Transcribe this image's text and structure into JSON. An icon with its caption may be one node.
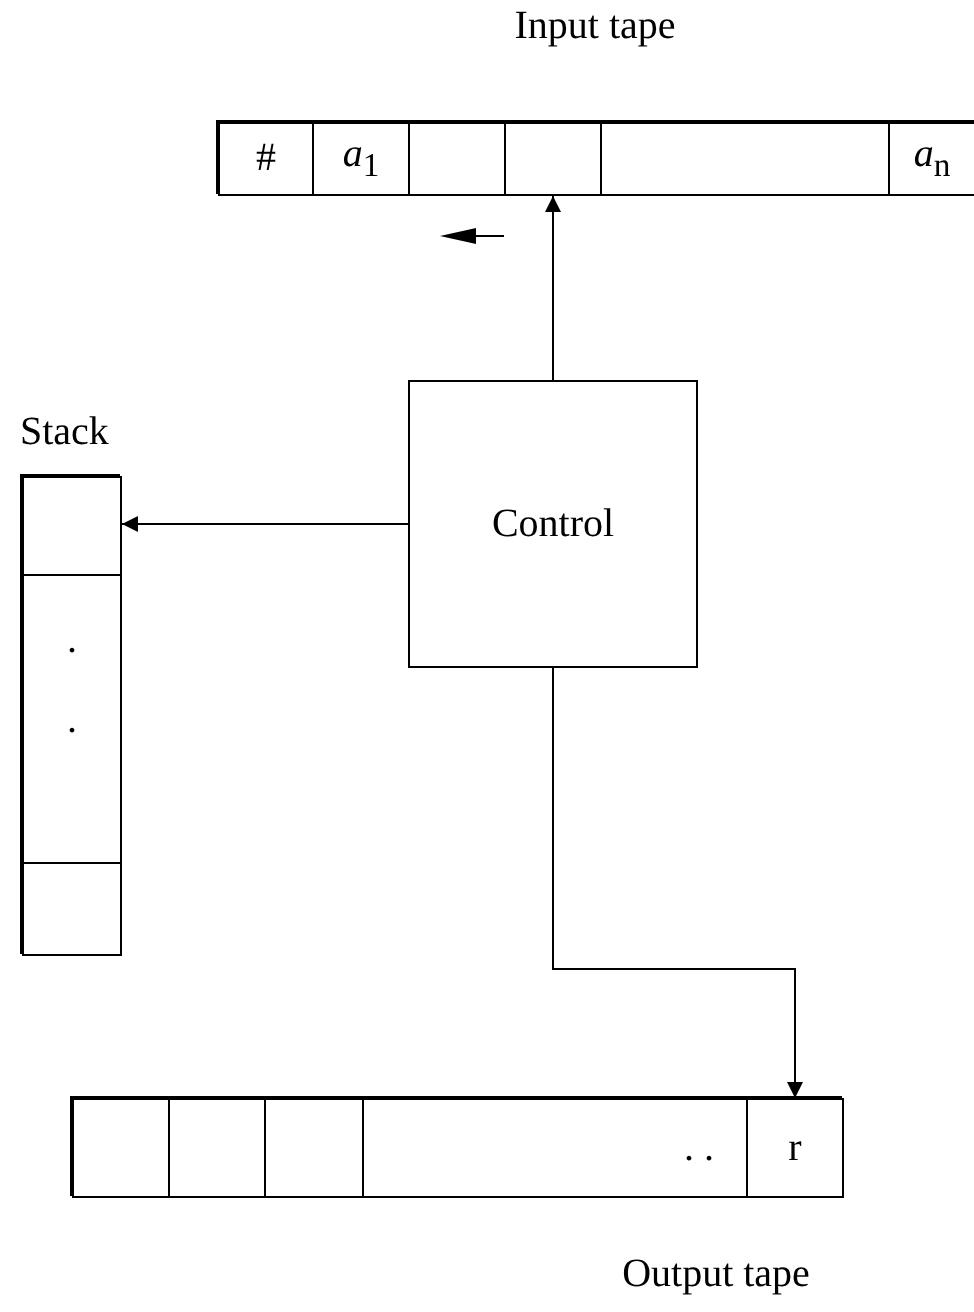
{
  "diagram": {
    "nodes": [
      {
        "text": [
          "Input tape"
        ]
      },
      {
        "text": [
          "#"
        ],
        "in": 0
      },
      {
        "text": [
          "*a*$_{1}$"
        ],
        "in": 0
      },
      {
        "text": [],
        "shape": "box",
        "in": 0
      },
      {
        "text": [],
        "shape": "box",
        "in": 0
      },
      {
        "text": [],
        "shape": "box",
        "in": 0
      },
      {
        "text": [
          "*a*$_{n}$"
        ],
        "in": 0
      },
      {
        "text": [
          "Stack"
        ]
      },
      {
        "text": [],
        "shape": "box",
        "in": 7
      },
      {
        "text": [
          ".",
          "."
        ],
        "in": 7
      },
      {
        "text": [],
        "shape": "box",
        "in": 7
      },
      {
        "text": [
          "Control"
        ]
      },
      {
        "text": [
          "Output tape"
        ]
      },
      {
        "text": [],
        "shape": "box",
        "in": 12
      },
      {
        "text": [],
        "shape": "box",
        "in": 12
      },
      {
        "text": [],
        "shape": "box",
        "in": 12
      },
      {
        "text": [
          ". ."
        ],
        "in": 12
      },
      {
        "text": [
          "r"
        ],
        "in": 12
      }
    ],
    "edges": [
      {
        "from": 11,
        "to": 4,
        "arrow": "to"
      },
      {
        "from": 11,
        "to": 8,
        "arrow": "to"
      },
      {
        "from": 11,
        "to": 17,
        "arrow": "to"
      }
    ]
  }
}
